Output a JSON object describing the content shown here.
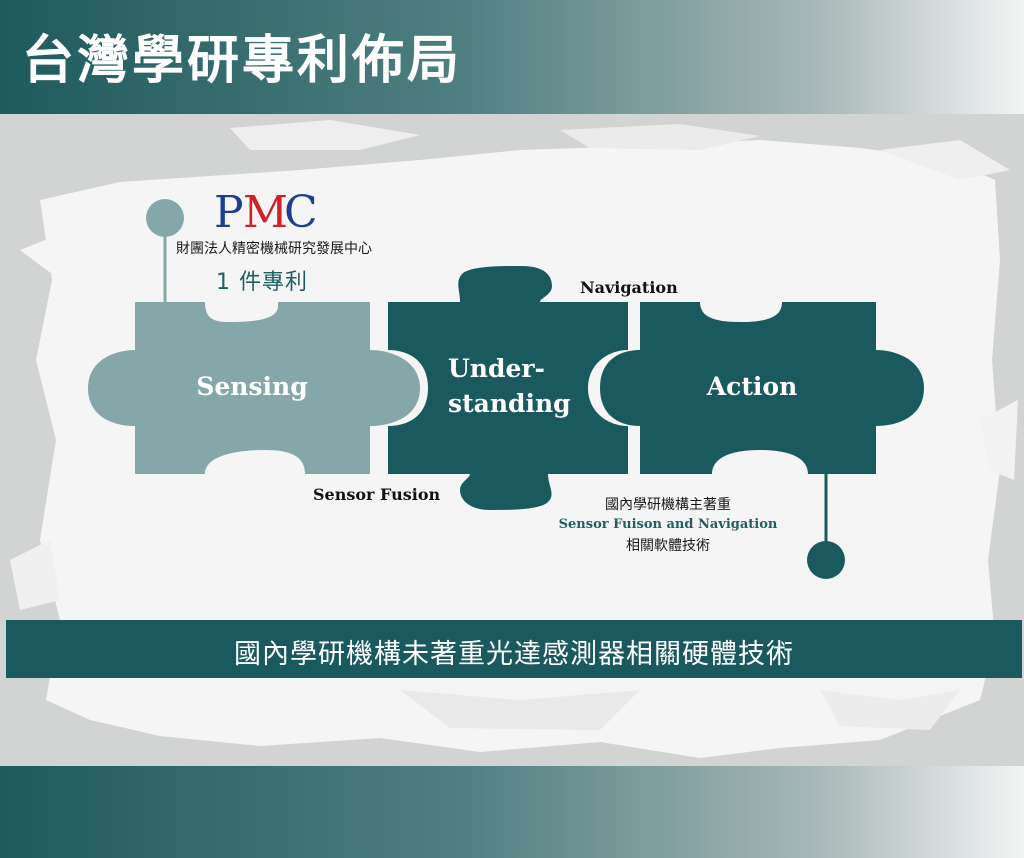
{
  "header": {
    "title": "台灣學研專利佈局"
  },
  "pmc": {
    "logo_text": "PMC",
    "org_name": "財團法人精密機械研究發展中心",
    "patent_count": "1 件專利"
  },
  "puzzle": {
    "pieces": [
      {
        "label": "Sensing"
      },
      {
        "label_line1": "Under-",
        "label_line2": "standing"
      },
      {
        "label": "Action"
      }
    ],
    "connector_labels": {
      "navigation": "Navigation",
      "sensor_fusion": "Sensor Fusion"
    }
  },
  "note": {
    "line1": "國內學研機構主著重",
    "line2": "Sensor Fuison and Navigation",
    "line3": "相關軟體技術"
  },
  "banner": {
    "text": "國內學研機構未著重光達感測器相關硬體技術"
  },
  "colors": {
    "teal_dark": "#1a5a5e",
    "teal_light": "#86a7aa",
    "grunge_white": "#f6f6f6",
    "pmc_blue": "#1d3f8f",
    "pmc_red": "#d0202a"
  }
}
